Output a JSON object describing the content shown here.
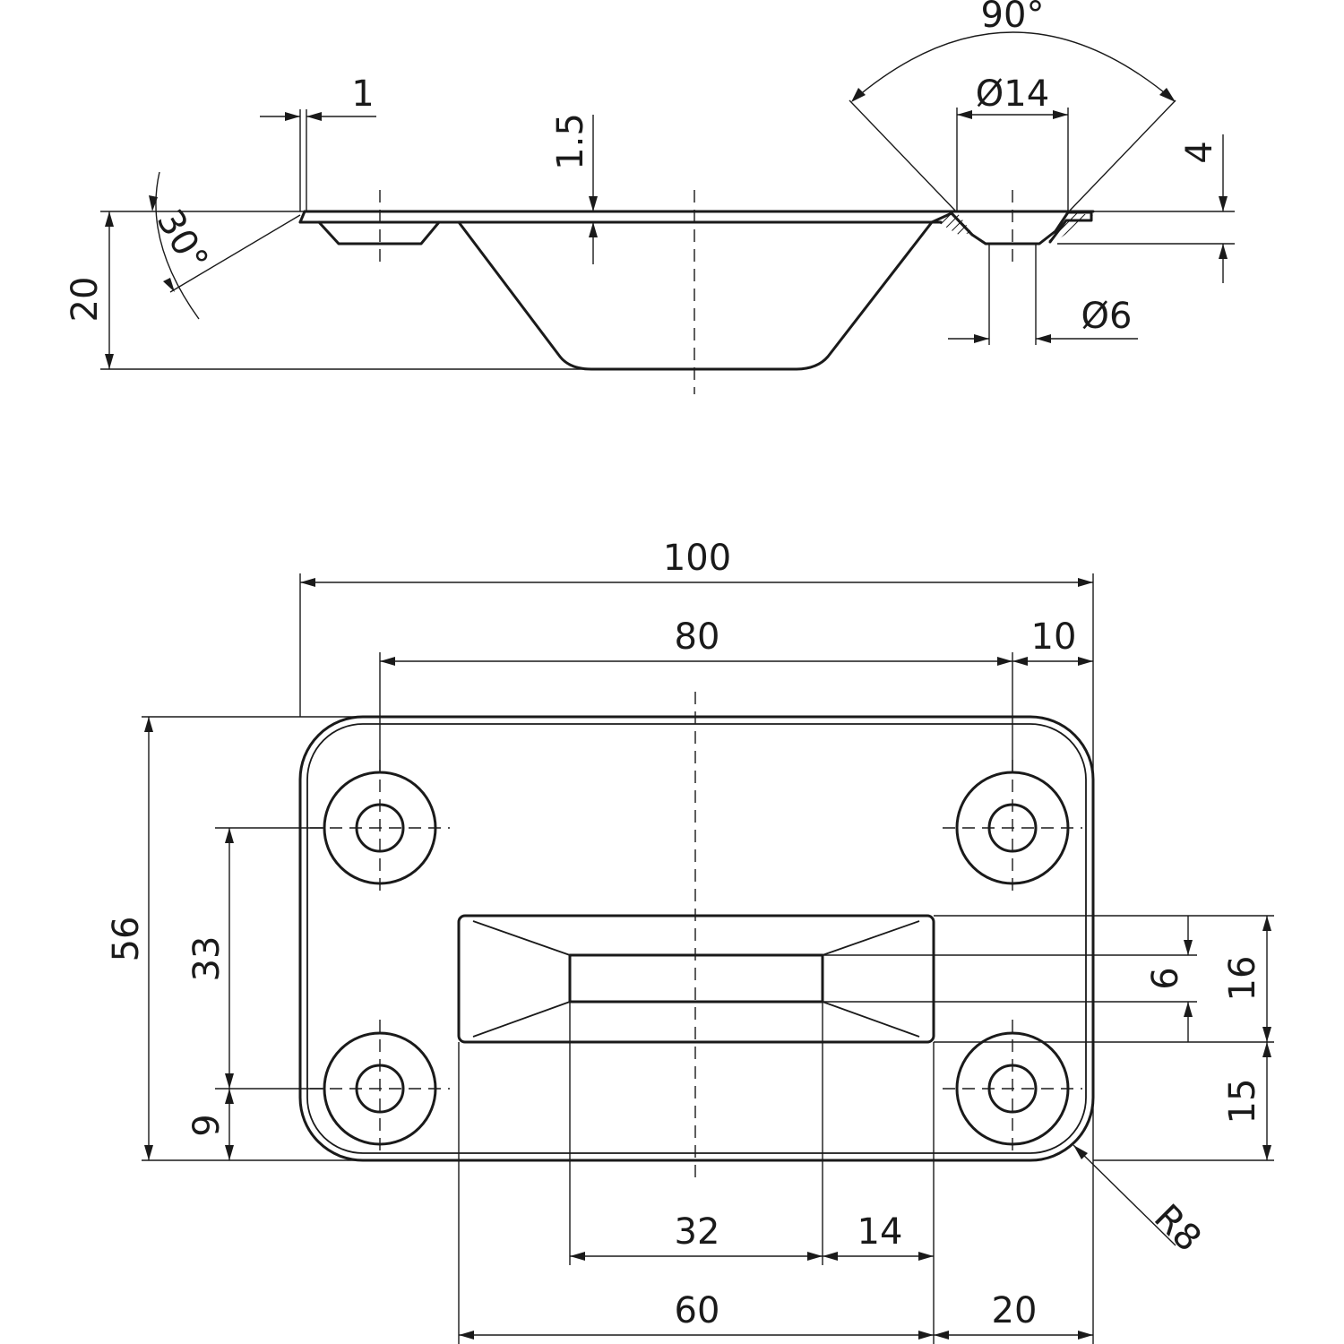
{
  "side_view": {
    "dim_thickness": "1",
    "dim_bend": "1.5",
    "dim_angle_30": "30°",
    "dim_height": "20",
    "dim_countersink_angle": "90°",
    "dim_countersink_dia": "Ø14",
    "dim_countersink_depth": "4",
    "dim_hole_dia": "Ø6"
  },
  "top_view": {
    "dim_overall_width": "100",
    "dim_hole_spacing": "80",
    "dim_hole_edge": "10",
    "dim_overall_height": "56",
    "dim_hole_vertical": "33",
    "dim_hole_bottom": "9",
    "dim_slot_width": "6",
    "dim_recess_height": "16",
    "dim_recess_bottom": "15",
    "dim_radius": "R8",
    "dim_slot_length": "32",
    "dim_slot_side": "14",
    "dim_recess_width": "60",
    "dim_recess_right": "20"
  }
}
